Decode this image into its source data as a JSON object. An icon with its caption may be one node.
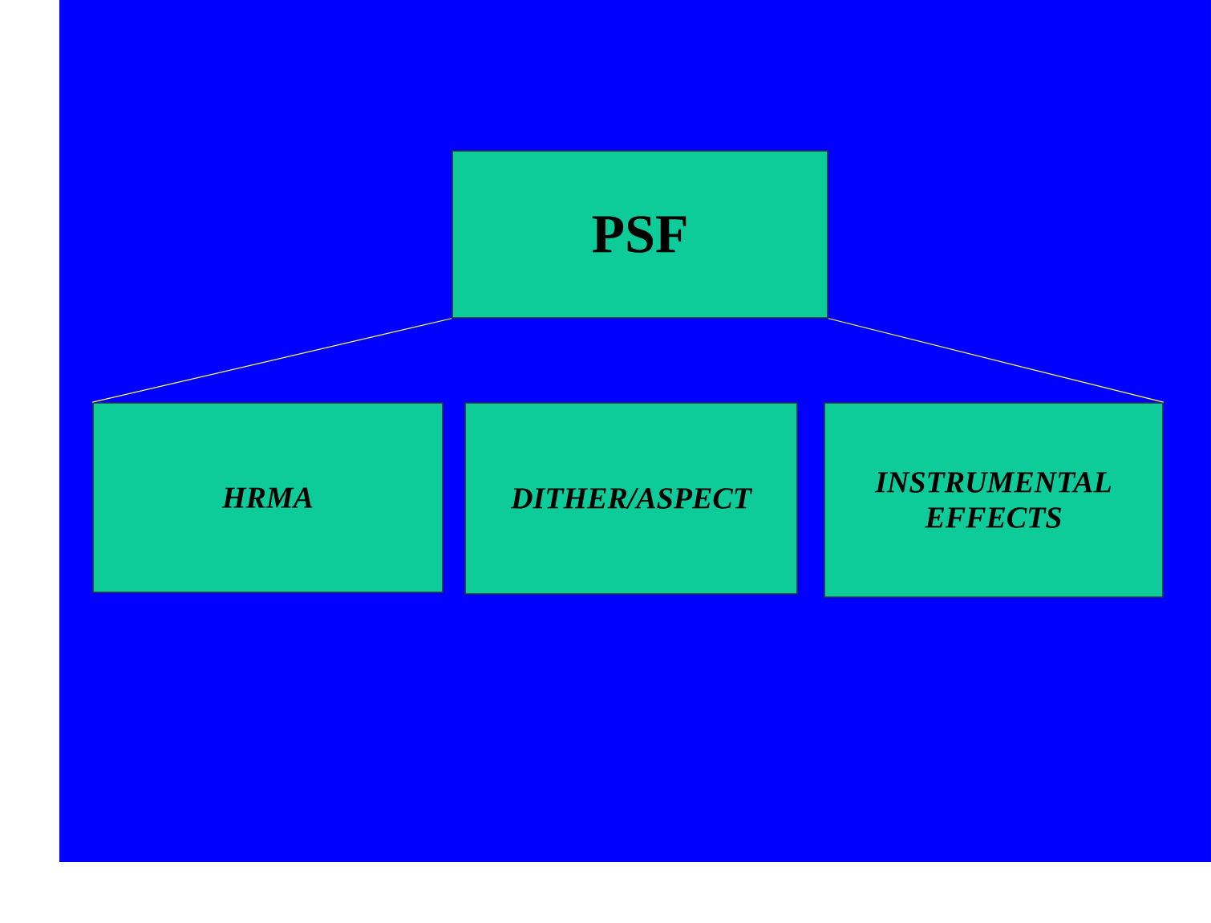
{
  "diagram": {
    "nodes": [
      {
        "text": [
          "PSF"
        ]
      },
      {
        "text": [
          "HRMA"
        ]
      },
      {
        "text": [
          "DITHER/ASPECT"
        ]
      },
      {
        "text": [
          "INSTRUMENTAL EFFECTS"
        ]
      }
    ],
    "edges": [
      {
        "from": 0,
        "to": 1,
        "arrow": "none"
      },
      {
        "from": 0,
        "to": 3,
        "arrow": "none"
      }
    ]
  }
}
